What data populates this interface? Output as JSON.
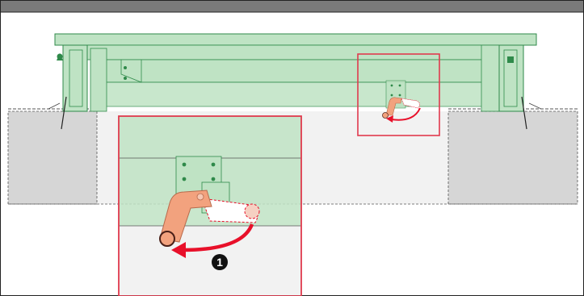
{
  "figure": {
    "kind": "installation-diagram",
    "subject": "window-frame-handle-rotation",
    "step_marker": "1",
    "colors": {
      "header_bar": "#7a7a7a",
      "frame_green": "#bfe3c4",
      "frame_green_dark": "#2f8a4a",
      "handle_salmon": "#f2a27e",
      "handle_ghost": "#ffffff",
      "callout_red": "#e03a4e",
      "arrow_red": "#e8102a",
      "wall_grey": "#d6d6d6",
      "backdrop_light": "#f2f2f2",
      "marker_black": "#111111"
    },
    "icons": [
      "step-number-icon",
      "rotation-arrow-icon",
      "handle-icon"
    ]
  }
}
